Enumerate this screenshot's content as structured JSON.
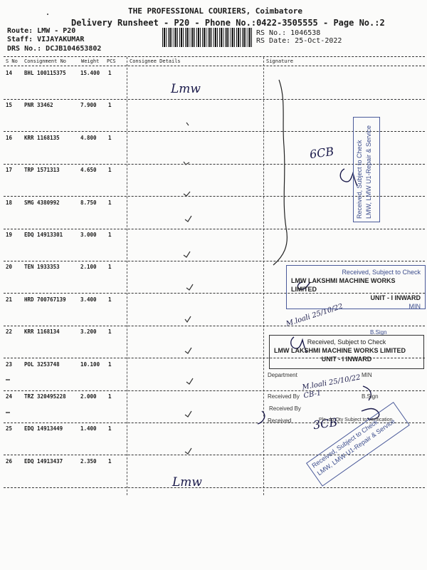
{
  "header": {
    "company": "THE PROFESSIONAL COURIERS, Coimbatore",
    "runsheet": "Delivery Runsheet - P20 - Phone No.:0422-3505555 - Page No.:2",
    "route": "Route: LMW - P20",
    "staff": "Staff: VIJAYAKUMAR",
    "drs": "DRS No.: DCJB104653802",
    "rs_no": "RS No.: 1046538",
    "rs_date": "RS Date: 25-Oct-2022"
  },
  "columns": {
    "sno": "S No",
    "consignment": "Consignment No",
    "weight": "Weight",
    "pcs": "PCS",
    "consignee": "Consignee Details",
    "signature": "Signature"
  },
  "rows": [
    {
      "sno": "14",
      "consignment": "BHL 100115375",
      "weight": "15.400",
      "pcs": "1"
    },
    {
      "sno": "15",
      "consignment": "PNR 33462",
      "weight": "7.900",
      "pcs": "1"
    },
    {
      "sno": "16",
      "consignment": "KRR 1168135",
      "weight": "4.800",
      "pcs": "1"
    },
    {
      "sno": "17",
      "consignment": "TRP 1571313",
      "weight": "4.650",
      "pcs": "1"
    },
    {
      "sno": "18",
      "consignment": "SMG 4380992",
      "weight": "8.750",
      "pcs": "1"
    },
    {
      "sno": "19",
      "consignment": "EDQ 14913301",
      "weight": "3.000",
      "pcs": "1"
    },
    {
      "sno": "20",
      "consignment": "TEN 1933353",
      "weight": "2.100",
      "pcs": "1"
    },
    {
      "sno": "21",
      "consignment": "HRD 700767139",
      "weight": "3.400",
      "pcs": "1"
    },
    {
      "sno": "22",
      "consignment": "KRR 1168134",
      "weight": "3.200",
      "pcs": "1"
    },
    {
      "sno": "23",
      "consignment": "POL 3253748",
      "weight": "10.100",
      "pcs": "1"
    },
    {
      "sno": "24",
      "consignment": "TRZ 320495228",
      "weight": "2.000",
      "pcs": "1"
    },
    {
      "sno": "25",
      "consignment": "EDQ 14913449",
      "weight": "1.400",
      "pcs": "1"
    },
    {
      "sno": "26",
      "consignment": "EDQ 14913437",
      "weight": "2.350",
      "pcs": "1"
    }
  ],
  "handwriting": {
    "lmw_top": "Lmw",
    "lmw_bottom": "Lmw",
    "six_cb": "6CB",
    "three_cb": "3CB",
    "date1": "M.loali 25/10/22",
    "date2": "M.loali 25/10/22 CB-1"
  },
  "stamps": {
    "repair_a": "Received, Subject to Check",
    "repair_a2": "LMW, LMW U1-Repair & Service",
    "inward_a1": "Received, Subject to Check",
    "inward_a2": "LMW LAKSHMI MACHINE WORKS LIMITED",
    "inward_a3": "UNIT - I INWARD",
    "inward_a4": "MIN",
    "inward_a5": "B.Sign",
    "inward_b1": "Received, Subject to Check",
    "inward_b2": "LMW LAKSHMI MACHINE WORKS LIMITED",
    "inward_b3": "UNIT - I INWARD",
    "inward_b4": "Department",
    "inward_b5": "MIN",
    "inward_b6": "Received By",
    "inward_b7": "B.Sign",
    "inward_b8": "Received By",
    "inward_b9": "Received",
    "inward_b10": "Pls. do Qty Subject to Verification",
    "repair_b": "Received, Subject to Check",
    "repair_b2": "LMW, LMW U1-Repair & Service"
  }
}
